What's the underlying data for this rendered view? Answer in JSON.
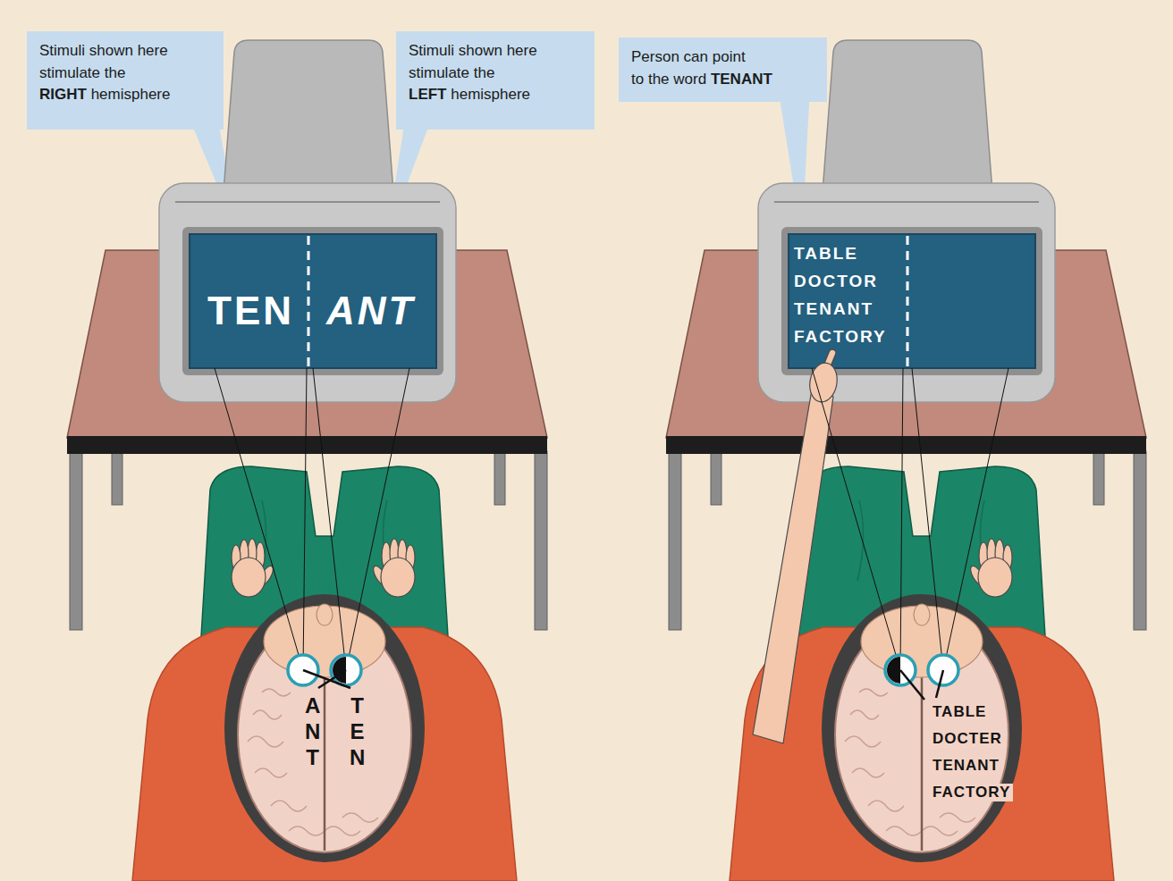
{
  "diagram": {
    "nodes": [
      {
        "text": [
          "Stimuli shown here stimulate the RIGHT hemisphere"
        ]
      },
      {
        "text": [
          "Stimuli shown here stimulate the LEFT hemisphere"
        ]
      },
      {
        "text": [
          "Person can point to the word TENANT"
        ]
      }
    ],
    "labels": [
      "TEN",
      "ANT",
      "ANT",
      "TEN",
      "TABLE",
      "DOCTOR",
      "TENANT",
      "FACTORY",
      "TABLE",
      "DOCTER",
      "TENANT",
      "FACTORY"
    ]
  }
}
